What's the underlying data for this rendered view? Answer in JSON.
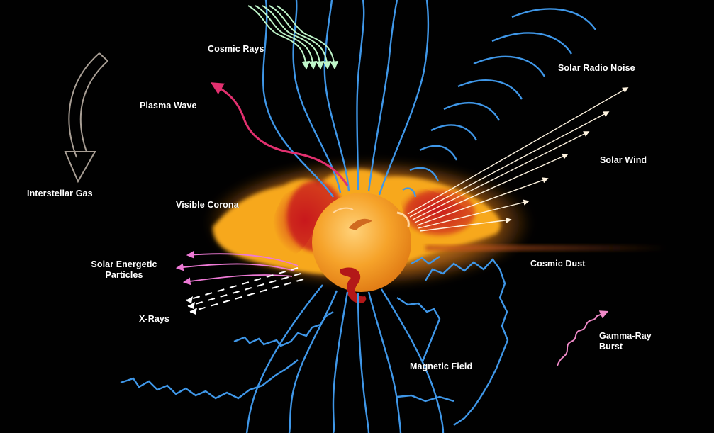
{
  "diagram": {
    "labels": {
      "cosmic_rays": "Cosmic Rays",
      "plasma_wave": "Plasma Wave",
      "interstellar_gas": "Interstellar Gas",
      "visible_corona": "Visible Corona",
      "solar_energetic_particles_line1": "Solar Energetic",
      "solar_energetic_particles_line2": "Particles",
      "x_rays": "X-Rays",
      "solar_radio_noise": "Solar Radio Noise",
      "solar_wind": "Solar Wind",
      "cosmic_dust": "Cosmic Dust",
      "gamma_ray_burst_line1": "Gamma-Ray",
      "gamma_ray_burst_line2": "Burst",
      "magnetic_field": "Magnetic Field"
    },
    "colors": {
      "background": "#010101",
      "magnetic_field": "#3f97e8",
      "cosmic_rays": "#bff5c9",
      "plasma_wave": "#e2306f",
      "solar_wind": "#fff4e0",
      "energetic_particles": "#ee7ad6",
      "gamma_ray": "#f08ac8",
      "corona": "#f7a81e",
      "sun": "#f6a32a",
      "label_text": "#ffffff"
    }
  }
}
